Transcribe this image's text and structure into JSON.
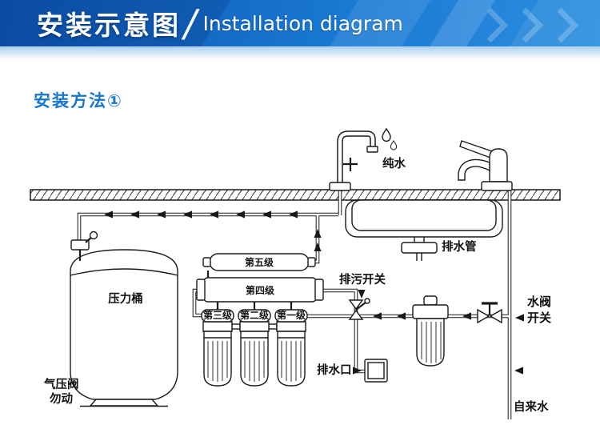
{
  "header": {
    "title_cn": "安装示意图",
    "separator": "/",
    "title_en": "Installation diagram"
  },
  "subtitle": "安装方法①",
  "colors": {
    "banner_blue_dark": "#0d55b0",
    "banner_blue_light": "#2c8fe0",
    "subtitle_blue": "#1677cc",
    "line_black": "#1a1a1a"
  },
  "diagram": {
    "labels": {
      "pure_water": "纯水",
      "drain_pipe": "排水管",
      "flush_switch": "排污开关",
      "stage5": "第五级",
      "stage4": "第四级",
      "stage3": "第三级",
      "stage2": "第二级",
      "stage1": "第一级",
      "pressure_tank": "压力桶",
      "drain_outlet": "排水口",
      "air_valve_line1": "气压阀",
      "air_valve_line2": "勿动",
      "water_valve_switch": "水阀\n开关",
      "tap_water": "自来水"
    }
  }
}
